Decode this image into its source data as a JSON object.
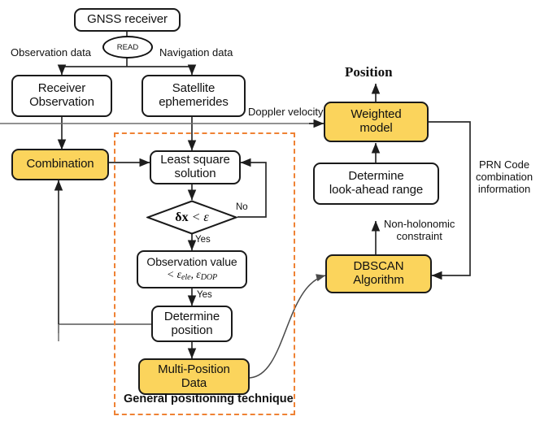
{
  "diagram": {
    "title": "GNSS positioning technique flowchart",
    "accent_fill": "#fbd45c",
    "group_border_color": "#ef8234",
    "line_color": "#3a3a3a",
    "nodes": {
      "gnss_receiver": "GNSS receiver",
      "read": "READ",
      "receiver_observation_l1": "Receiver",
      "receiver_observation_l2": "Observation",
      "satellite_ephemerides_l1": "Satellite",
      "satellite_ephemerides_l2": "ephemerides",
      "combination": "Combination",
      "least_square_l1": "Least square",
      "least_square_l2": "solution",
      "decision": "δx < ε",
      "decision_bold": "δx",
      "decision_rest": "< ε",
      "observation_value_l1": "Observation value",
      "observation_value_l2_prefix": "< ε",
      "observation_value_l2_sub1": "ele",
      "observation_value_l2_mid": ", ε",
      "observation_value_l2_sub2": "DOP",
      "determine_position_l1": "Determine",
      "determine_position_l2": "position",
      "multi_position_l1": "Multi-Position",
      "multi_position_l2": "Data",
      "weighted_model_l1": "Weighted",
      "weighted_model_l2": "model",
      "lookahead_l1": "Determine",
      "lookahead_l2": "look-ahead range",
      "dbscan_l1": "DBSCAN",
      "dbscan_l2": "Algorithm"
    },
    "edge_labels": {
      "observation_data": "Observation data",
      "navigation_data": "Navigation data",
      "doppler_velocity": "Doppler velocity",
      "no": "No",
      "yes_decision": "Yes",
      "yes_observation": "Yes",
      "prn_code_l1": "PRN Code",
      "prn_code_l2": "combination",
      "prn_code_l3": "information",
      "non_holonomic_l1": "Non-holonomic",
      "non_holonomic_l2": "constraint",
      "position_output": "Position"
    },
    "group": {
      "caption": "General positioning technique"
    }
  }
}
